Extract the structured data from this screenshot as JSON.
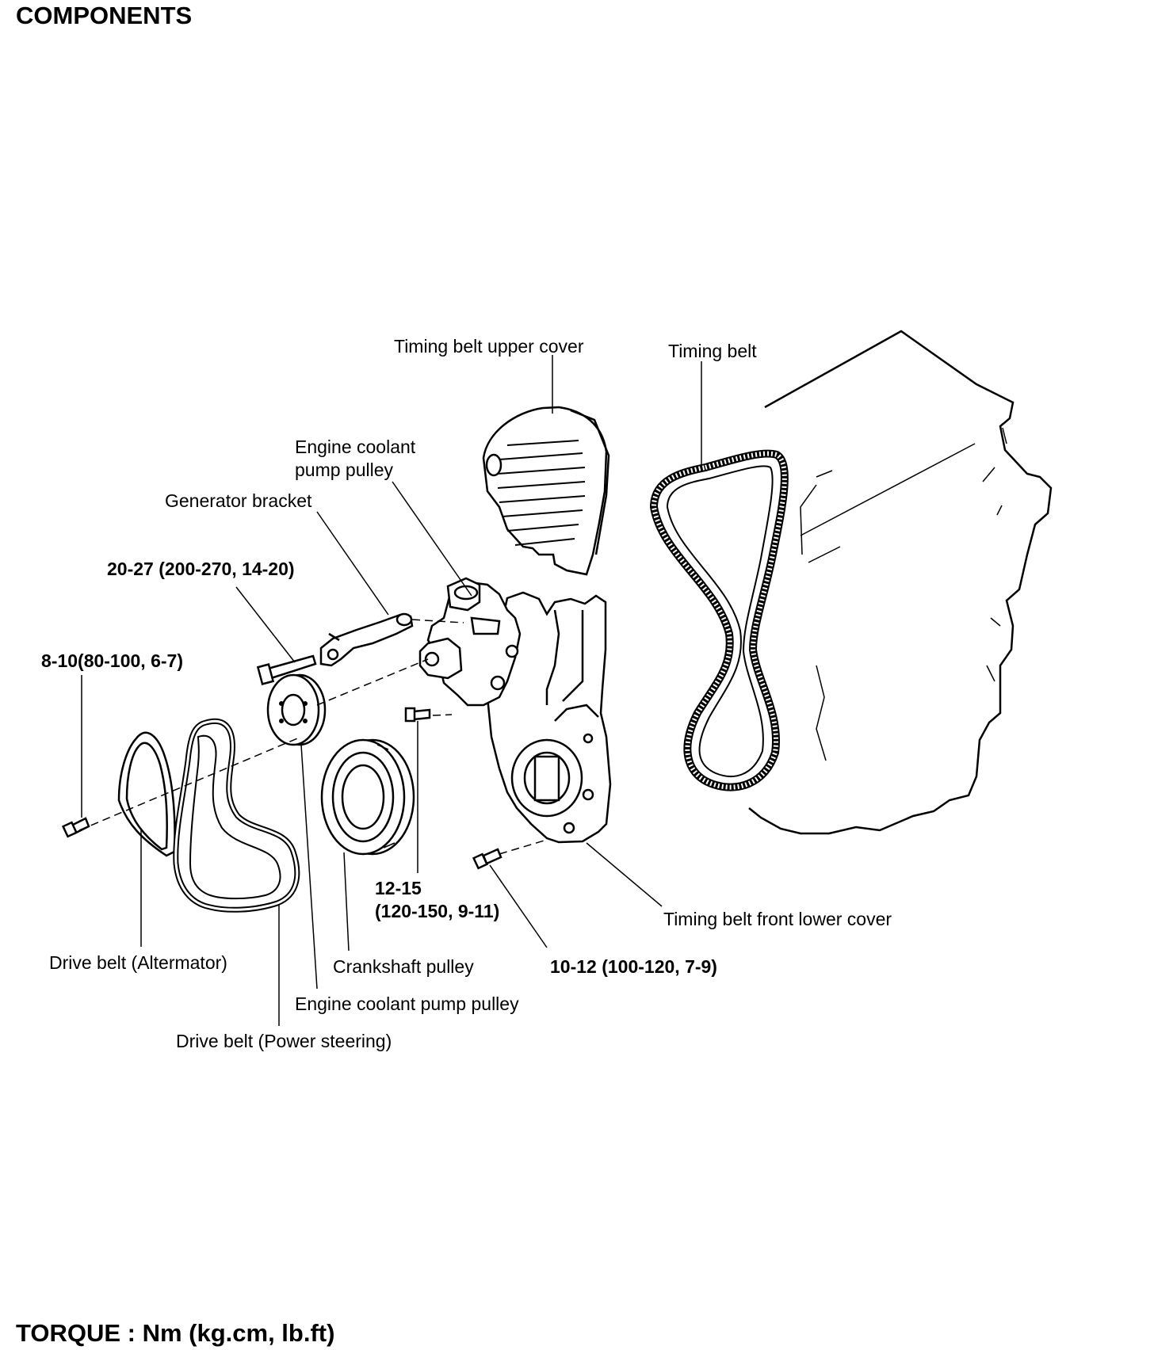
{
  "title": "COMPONENTS",
  "labels": {
    "timing_belt_upper_cover": "Timing belt upper cover",
    "timing_belt": "Timing belt",
    "pump_pulley_top_line1": "Engine coolant",
    "pump_pulley_top_line2": "pump pulley",
    "generator_bracket": "Generator bracket",
    "torque_20_27": "20-27 (200-270, 14-20)",
    "torque_8_10": "8-10(80-100, 6-7)",
    "torque_12_15_line1": "12-15",
    "torque_12_15_line2": "(120-150, 9-11)",
    "timing_belt_front_lower_cover": "Timing belt front lower cover",
    "drive_belt_alternator": "Drive belt (Altermator)",
    "crankshaft_pulley": "Crankshaft pulley",
    "torque_10_12": "10-12 (100-120, 7-9)",
    "pump_pulley_bottom": "Engine coolant pump pulley",
    "drive_belt_power_steering": "Drive belt (Power steering)"
  },
  "footer": "TORQUE : Nm (kg.cm, lb.ft)"
}
